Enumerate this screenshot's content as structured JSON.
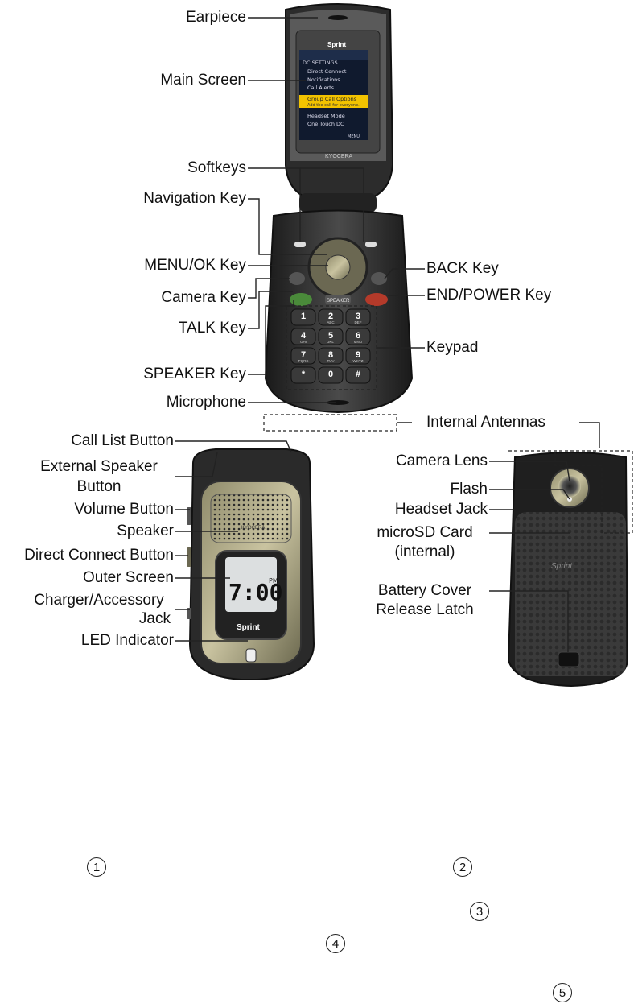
{
  "labels": {
    "earpiece": "Earpiece",
    "main_screen": "Main Screen",
    "softkeys": "Softkeys",
    "navigation_key": "Navigation Key",
    "menu_ok_key": "MENU/OK Key",
    "camera_key": "Camera Key",
    "talk_key": "TALK Key",
    "speaker_key": "SPEAKER Key",
    "microphone": "Microphone",
    "back_key": "BACK Key",
    "end_power_key": "END/POWER Key",
    "keypad": "Keypad",
    "internal_antennas": "Internal Antennas",
    "call_list_button": "Call List Button",
    "external_speaker_button_1": "External Speaker",
    "external_speaker_button_2": "Button",
    "volume_button": "Volume Button",
    "speaker": "Speaker",
    "direct_connect_button": "Direct Connect Button",
    "outer_screen": "Outer Screen",
    "charger_jack_1": "Charger/Accessory",
    "charger_jack_2": "Jack",
    "led_indicator": "LED Indicator",
    "camera_lens": "Camera Lens",
    "flash": "Flash",
    "headset_jack": "Headset Jack",
    "microsd_1": "microSD Card",
    "microsd_2": "(internal)",
    "battery_cover_1": "Battery Cover",
    "battery_cover_2": "Release Latch"
  },
  "phone_screen": {
    "brand": "Sprint",
    "maker": "KYOCERA",
    "header": "DC SETTINGS",
    "menu_items": [
      "Direct Connect",
      "Notifications",
      "Call Alerts",
      "Group Call Options",
      "Headset Mode",
      "One Touch DC"
    ],
    "highlight_sub": "Add the call for everyone.",
    "softkey_right": "MENU"
  },
  "keypad": {
    "keys": [
      {
        "digit": "1",
        "letters": ""
      },
      {
        "digit": "2",
        "letters": "ABC"
      },
      {
        "digit": "3",
        "letters": "DEF"
      },
      {
        "digit": "4",
        "letters": "GHI"
      },
      {
        "digit": "5",
        "letters": "JKL"
      },
      {
        "digit": "6",
        "letters": "MNO"
      },
      {
        "digit": "7",
        "letters": "PQRS"
      },
      {
        "digit": "8",
        "letters": "TUV"
      },
      {
        "digit": "9",
        "letters": "WXYZ"
      },
      {
        "digit": "*",
        "letters": ""
      },
      {
        "digit": "0",
        "letters": ""
      },
      {
        "digit": "#",
        "letters": ""
      }
    ],
    "speaker_label": "SPEAKER"
  },
  "outer": {
    "time": "7:00",
    "ampm": "PM",
    "brand": "Sprint",
    "maker": "KYOCERA"
  },
  "back": {
    "brand": "Sprint"
  },
  "markers": [
    "1",
    "2",
    "3",
    "4",
    "5"
  ]
}
